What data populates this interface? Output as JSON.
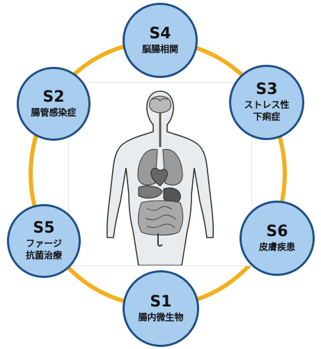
{
  "nodes": {
    "s4": {
      "code": "S4",
      "label": "脳腸相関"
    },
    "s3": {
      "code": "S3",
      "label": "ストレス性\n下痢症"
    },
    "s2": {
      "code": "S2",
      "label": "腸管感染症"
    },
    "s5": {
      "code": "S5",
      "label": "ファージ\n抗菌治療"
    },
    "s6": {
      "code": "S6",
      "label": "皮膚疾患"
    },
    "s1": {
      "code": "S1",
      "label": "腸内微生物"
    }
  },
  "colors": {
    "ring": "#F2B01E",
    "node_fill": "#A9CDEE",
    "node_border": "#1E4F86"
  },
  "center_image": "human-anatomy-illustration"
}
